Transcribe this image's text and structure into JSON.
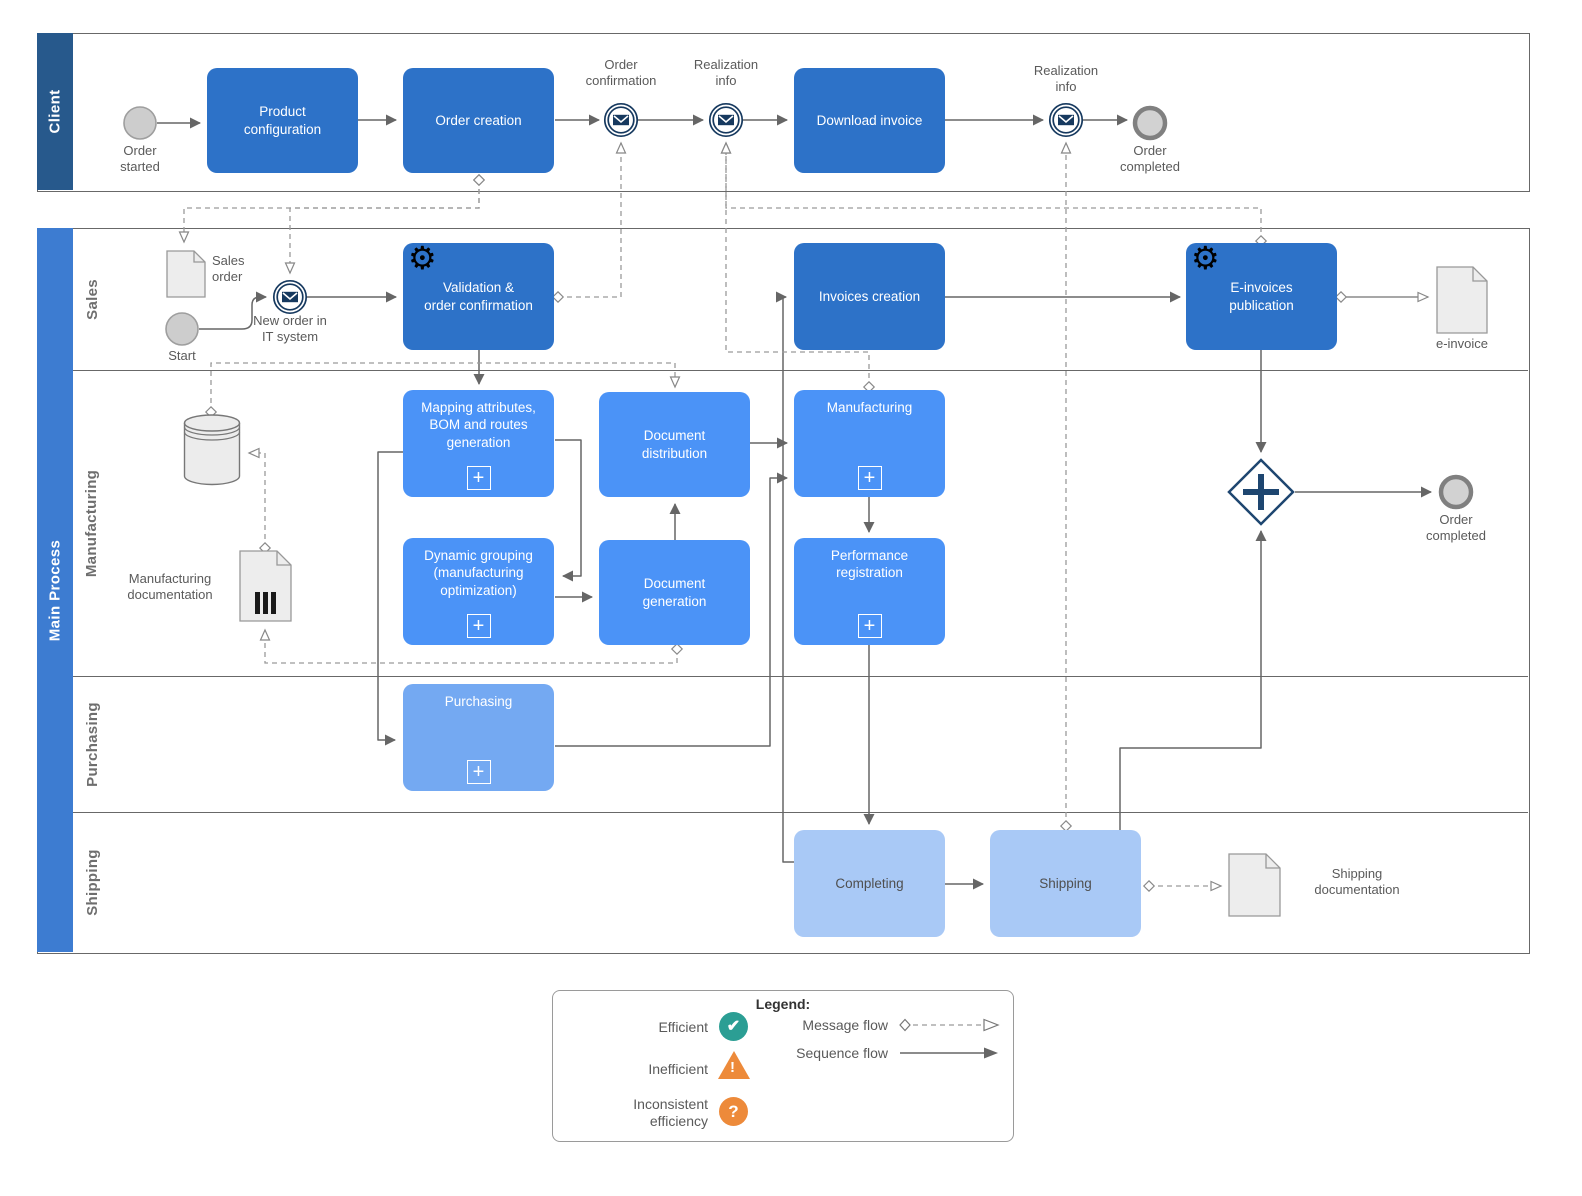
{
  "pools": {
    "client": "Client",
    "main": "Main Process",
    "lanes": {
      "sales": "Sales",
      "manufacturing": "Manufacturing",
      "purchasing": "Purchasing",
      "shipping": "Shipping"
    }
  },
  "nodes": {
    "order_started": "Order\nstarted",
    "product_configuration": "Product\nconfiguration",
    "order_creation": "Order creation",
    "order_confirmation": "Order\nconfirmation",
    "realization_info_1": "Realization\ninfo",
    "download_invoice": "Download invoice",
    "realization_info_2": "Realization\ninfo",
    "order_completed_client": "Order\ncompleted",
    "sales_order": "Sales\norder",
    "start": "Start",
    "new_order": "New order in\nIT system",
    "validation": "Validation &\norder confirmation",
    "invoices_creation": "Invoices creation",
    "e_invoices_publication": "E-invoices\npublication",
    "e_invoice": "e-invoice",
    "mapping": "Mapping attributes,\nBOM and routes\ngeneration",
    "dynamic_grouping": "Dynamic grouping\n(manufacturing\noptimization)",
    "document_distribution": "Document\ndistribution",
    "document_generation": "Document\ngeneration",
    "manufacturing_task": "Manufacturing",
    "performance_registration": "Performance\nregistration",
    "manufacturing_documentation": "Manufacturing\ndocumentation",
    "order_completed_main": "Order\ncompleted",
    "purchasing_task": "Purchasing",
    "completing": "Completing",
    "shipping_task": "Shipping",
    "shipping_documentation": "Shipping\ndocumentation"
  },
  "icons": {
    "subprocess_plus": "+",
    "gear": "⚙",
    "check": "✔",
    "warning": "!",
    "question": "?"
  },
  "legend": {
    "title": "Legend:",
    "efficient": "Efficient",
    "inefficient": "Inefficient",
    "inconsistent": "Inconsistent\nefficiency",
    "message_flow": "Message flow",
    "sequence_flow": "Sequence flow"
  },
  "colors": {
    "task_dark": "#2d72c8",
    "task_medium": "#4b93f7",
    "task_light": "#74a9f2",
    "task_pale": "#a9c9f6",
    "pool_client": "#27598c",
    "pool_main": "#3d7cd1",
    "gateway_navy": "#1e4670",
    "event_navy": "#16395f",
    "legend_teal": "#2b9e94",
    "legend_orange": "#ed8a3a"
  }
}
